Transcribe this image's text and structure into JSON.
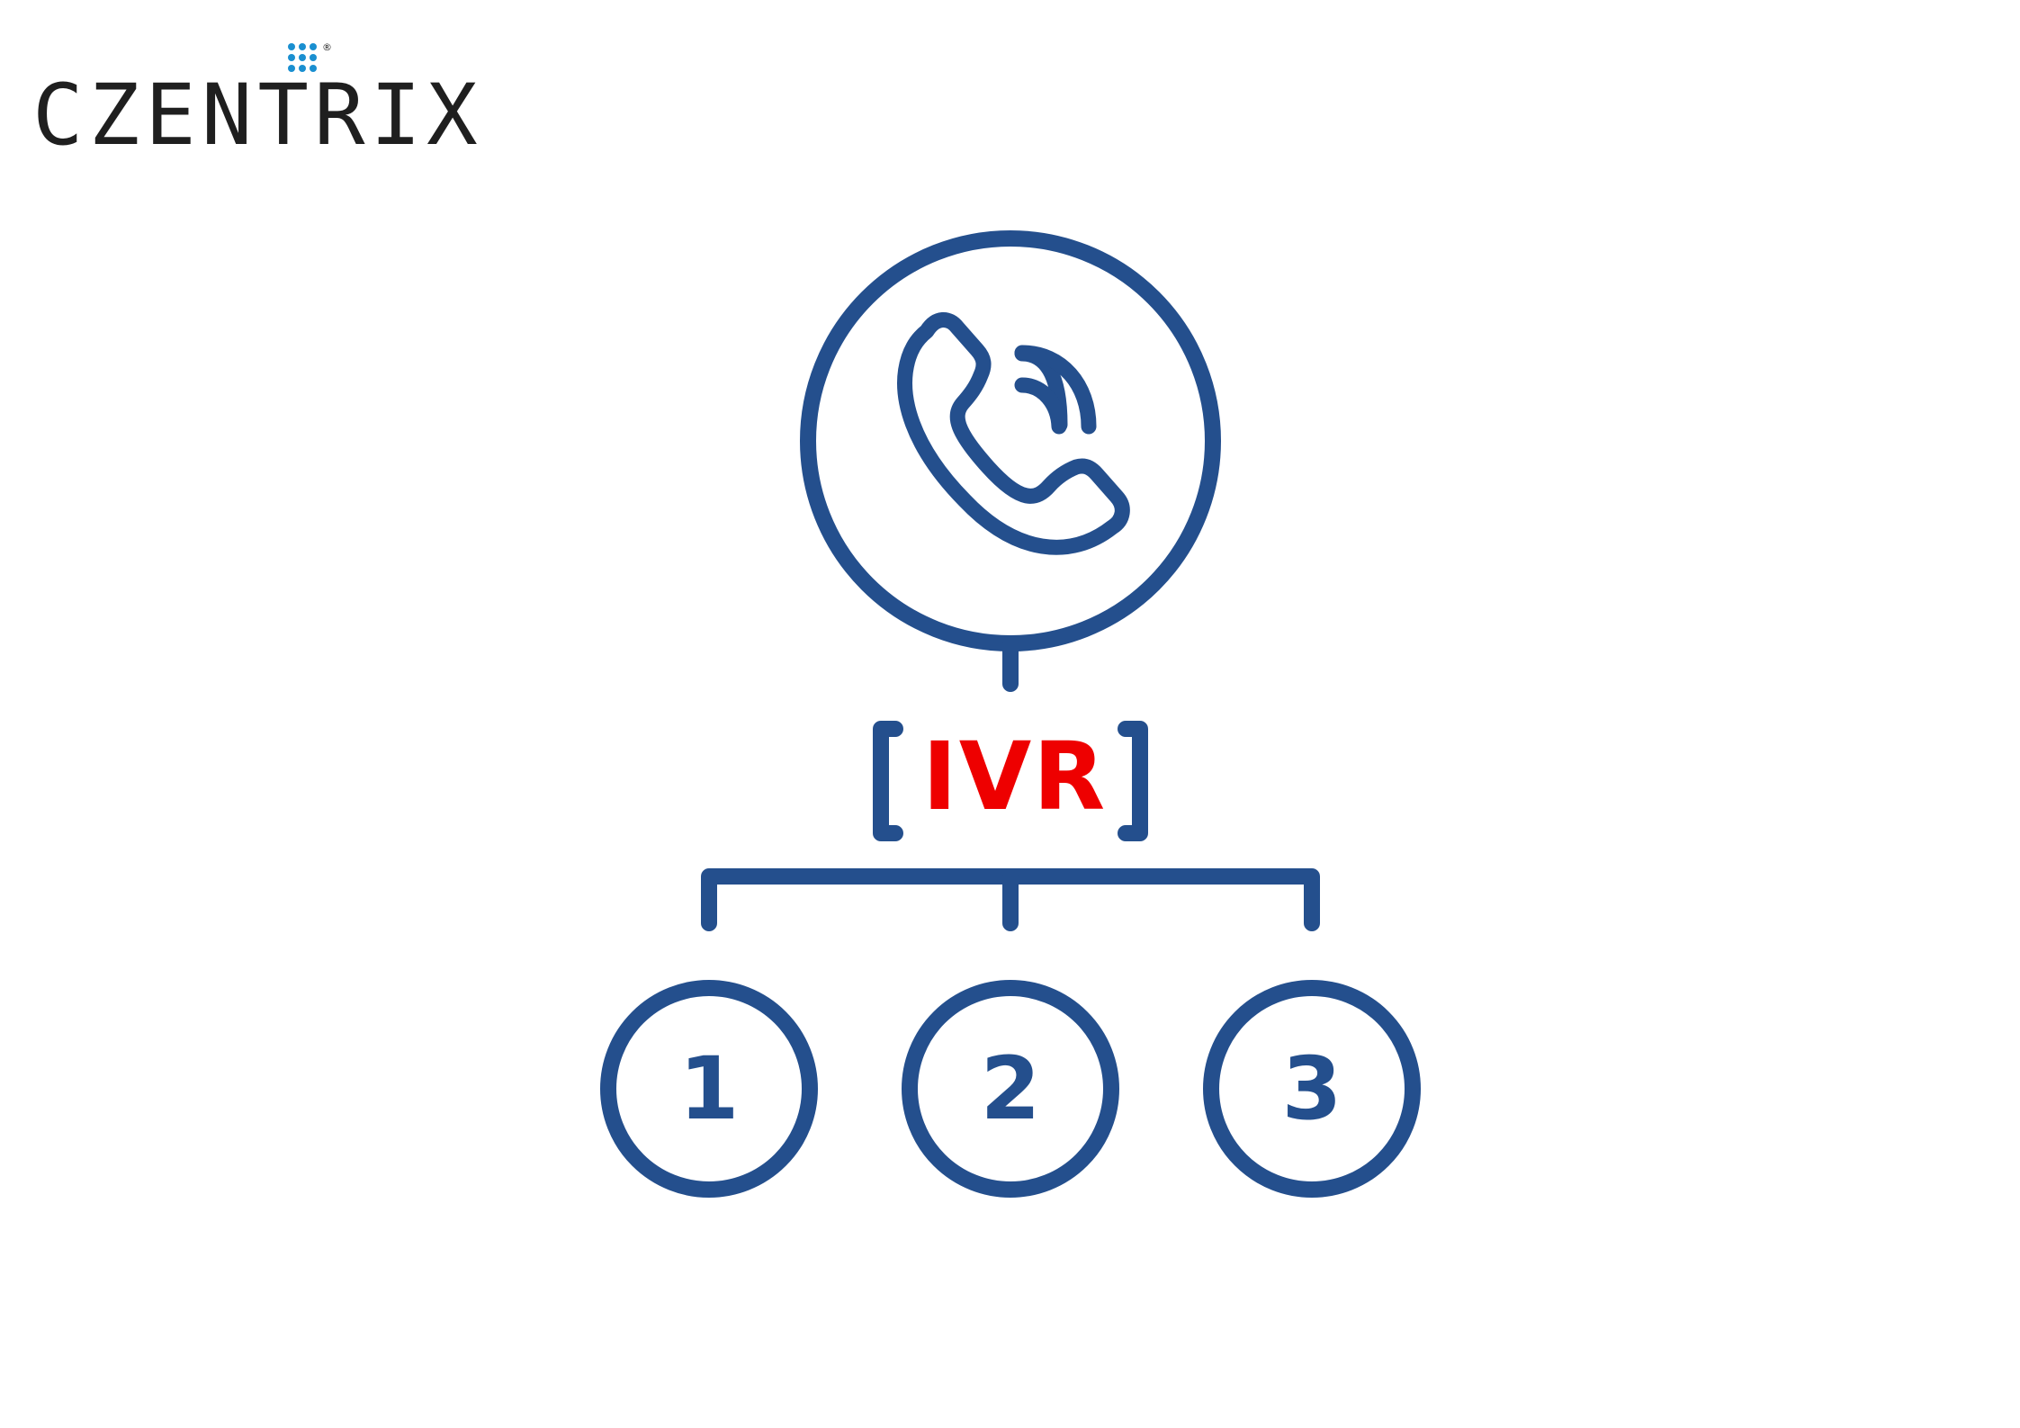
{
  "logo": {
    "text": "CZENTRIX",
    "registered_mark": "®",
    "colors": {
      "text": "#1f1f1f",
      "accent": "#1a8fd0"
    }
  },
  "diagram": {
    "top_node": {
      "icon": "phone-call-icon"
    },
    "center_label": "IVR",
    "options": [
      {
        "label": "1"
      },
      {
        "label": "2"
      },
      {
        "label": "3"
      }
    ],
    "colors": {
      "stroke": "#244f8d",
      "label": "#ee0000"
    }
  }
}
